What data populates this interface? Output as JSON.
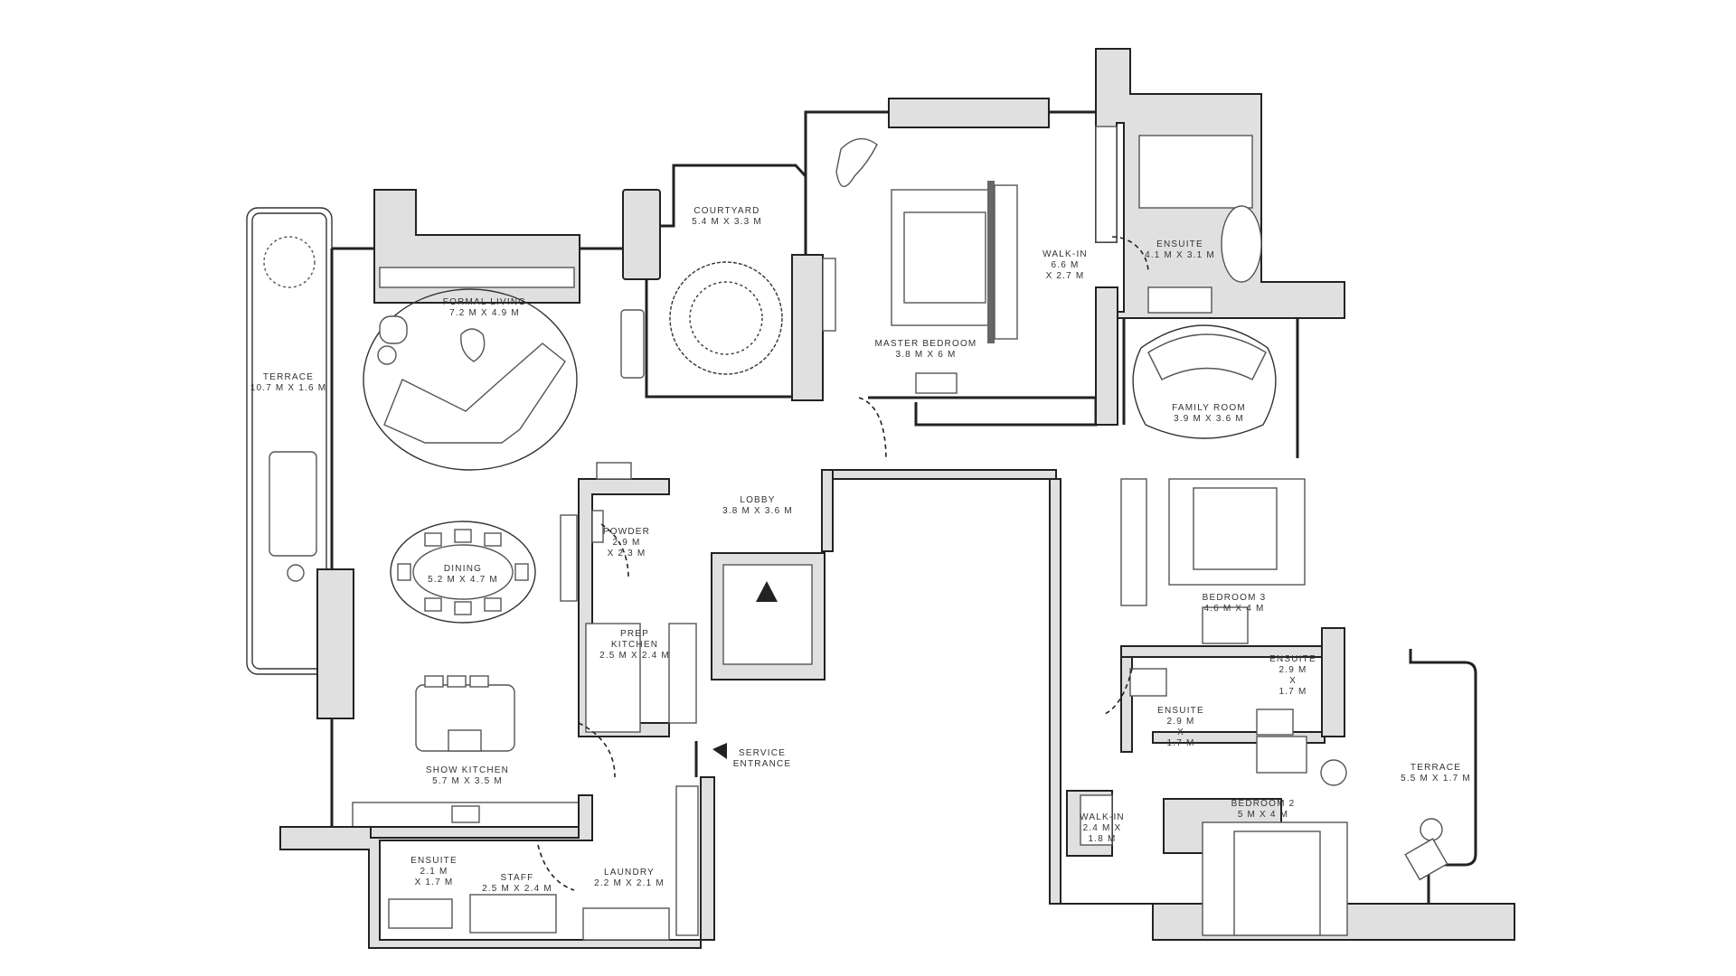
{
  "rooms": {
    "terrace_west": {
      "name": "TERRACE",
      "size": "10.7 M X 1.6 M"
    },
    "formal_living": {
      "name": "FORMAL LIVING",
      "size": "7.2 M X 4.9 M"
    },
    "courtyard": {
      "name": "COURTYARD",
      "size": "5.4 M X 3.3 M"
    },
    "master_bedroom": {
      "name": "MASTER BEDROOM",
      "size": "3.8 M X 6 M"
    },
    "master_walkin": {
      "name": "WALK-IN",
      "size1": "6.6 M",
      "size2": "X 2.7 M"
    },
    "master_ensuite": {
      "name": "ENSUITE",
      "size": "4.1 M X 3.1 M"
    },
    "family_room": {
      "name": "FAMILY ROOM",
      "size": "3.9 M X 3.6 M"
    },
    "lobby": {
      "name": "LOBBY",
      "size": "3.8 M X 3.6 M"
    },
    "powder": {
      "name": "POWDER",
      "size1": "2.9 M",
      "size2": "X 2.3 M"
    },
    "dining": {
      "name": "DINING",
      "size": "5.2 M X 4.7 M"
    },
    "prep_kitchen": {
      "name1": "PREP",
      "name2": "KITCHEN",
      "size": "2.5 M X 2.4 M"
    },
    "show_kitchen": {
      "name": "SHOW KITCHEN",
      "size": "5.7 M X 3.5 M"
    },
    "service_entrance": {
      "line1": "SERVICE",
      "line2": "ENTRANCE"
    },
    "staff_ensuite": {
      "name": "ENSUITE",
      "size1": "2.1 M",
      "size2": "X 1.7 M"
    },
    "staff": {
      "name": "STAFF",
      "size": "2.5 M X 2.4 M"
    },
    "laundry": {
      "name": "LAUNDRY",
      "size": "2.2 M X 2.1 M"
    },
    "bedroom3": {
      "name": "BEDROOM 3",
      "size": "4.6 M X 4 M"
    },
    "ensuite_b3": {
      "name": "ENSUITE",
      "size1": "2.9 M",
      "size2": "X",
      "size3": "1.7 M"
    },
    "ensuite_b2": {
      "name": "ENSUITE",
      "size1": "2.9 M",
      "size2": "X",
      "size3": "1.7 M"
    },
    "walkin_b2": {
      "name": "WALK-IN",
      "size1": "2.4 M X",
      "size2": "1.8 M"
    },
    "bedroom2": {
      "name": "BEDROOM 2",
      "size": "5 M X 4 M"
    },
    "terrace_east": {
      "name": "TERRACE",
      "size": "5.5 M X 1.7 M"
    }
  },
  "colors": {
    "wall_fill": "#e0e0e0",
    "line": "#222222",
    "background": "#ffffff"
  }
}
